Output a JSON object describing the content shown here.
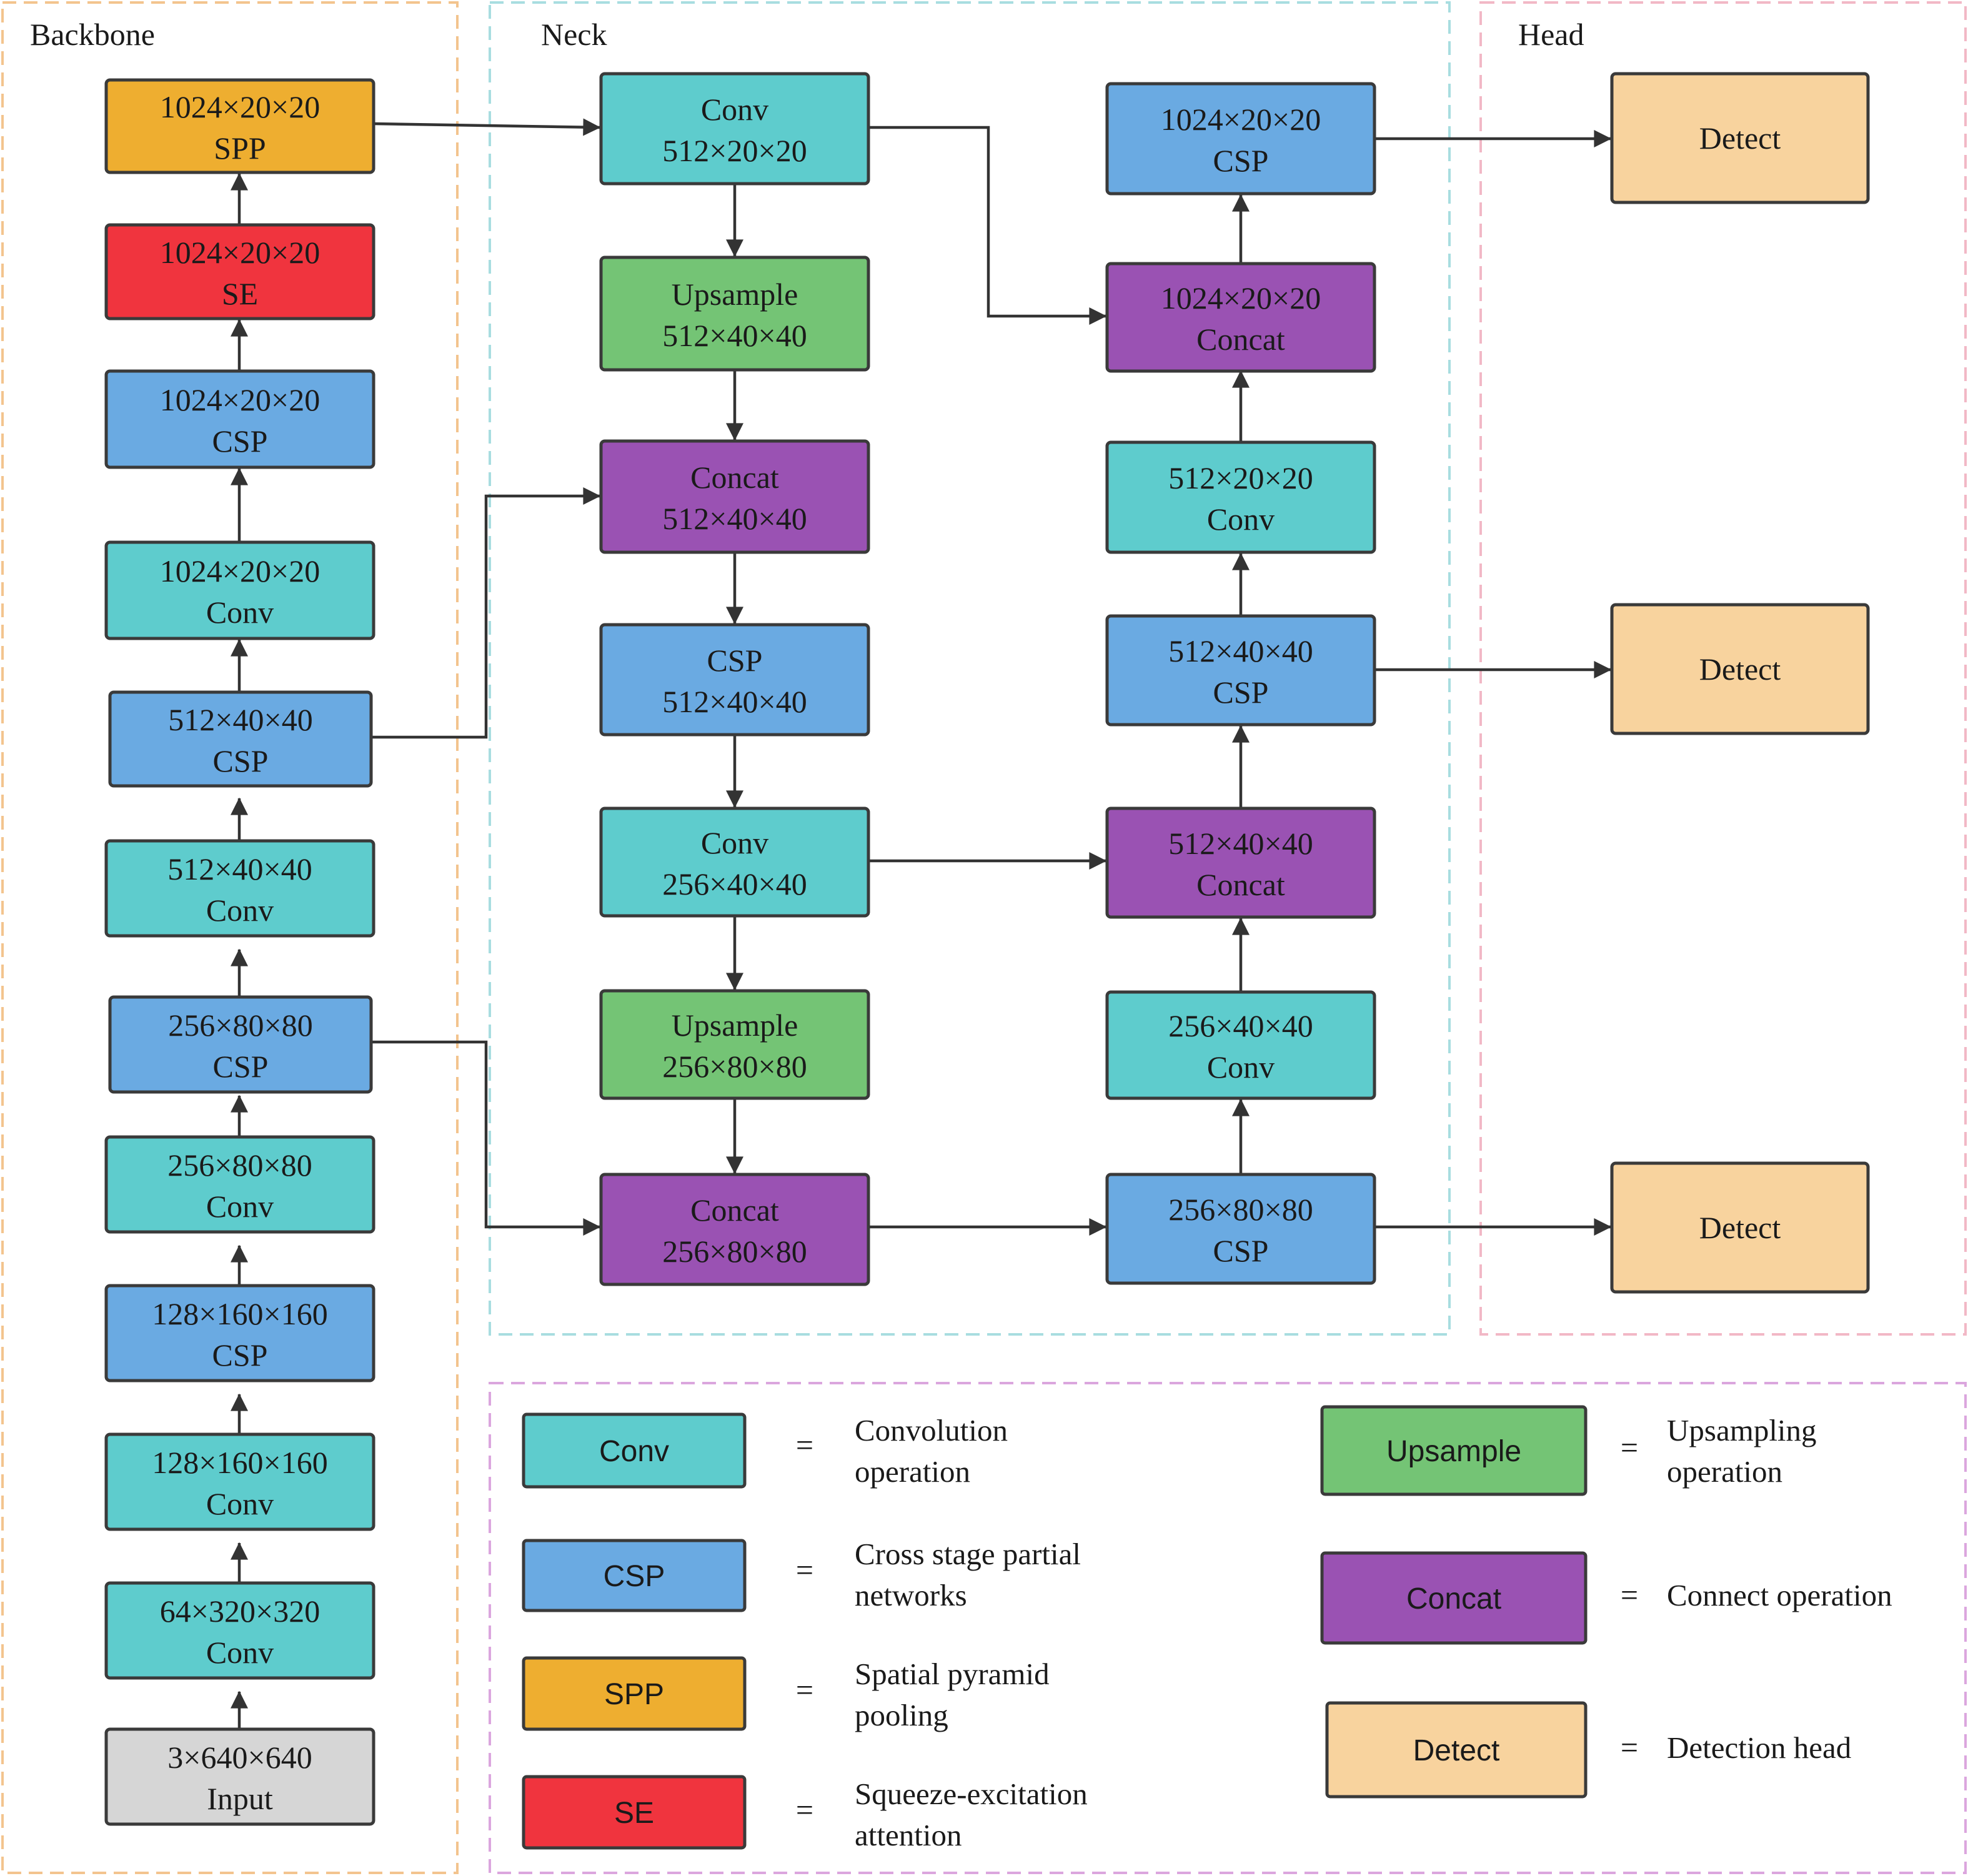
{
  "sections": {
    "backbone": "Backbone",
    "neck": "Neck",
    "head": "Head"
  },
  "colors": {
    "conv": "#5ecccd",
    "csp": "#6aaae2",
    "spp": "#eeae30",
    "se": "#f0343e",
    "upsample": "#74c475",
    "concat": "#9a52b3",
    "detect": "#f8d39e",
    "input": "#d6d6d6",
    "frame_backbone": "#f3c48e",
    "frame_neck": "#a8dde0",
    "frame_head": "#f2b8c6",
    "frame_legend": "#dba6de"
  },
  "blocks": [
    {
      "id": "bb-spp",
      "type": "spp",
      "line1": "1024×20×20",
      "line2": "SPP"
    },
    {
      "id": "bb-se",
      "type": "se",
      "line1": "1024×20×20",
      "line2": "SE"
    },
    {
      "id": "bb-csp-1024",
      "type": "csp",
      "line1": "1024×20×20",
      "line2": "CSP"
    },
    {
      "id": "bb-conv-1024",
      "type": "conv",
      "line1": "1024×20×20",
      "line2": "Conv"
    },
    {
      "id": "bb-csp-512",
      "type": "csp",
      "line1": "512×40×40",
      "line2": "CSP"
    },
    {
      "id": "bb-conv-512",
      "type": "conv",
      "line1": "512×40×40",
      "line2": "Conv"
    },
    {
      "id": "bb-csp-256",
      "type": "csp",
      "line1": "256×80×80",
      "line2": "CSP"
    },
    {
      "id": "bb-conv-256",
      "type": "conv",
      "line1": "256×80×80",
      "line2": "Conv"
    },
    {
      "id": "bb-csp-128",
      "type": "csp",
      "line1": "128×160×160",
      "line2": "CSP"
    },
    {
      "id": "bb-conv-128",
      "type": "conv",
      "line1": "128×160×160",
      "line2": "Conv"
    },
    {
      "id": "bb-conv-64",
      "type": "conv",
      "line1": "64×320×320",
      "line2": "Conv"
    },
    {
      "id": "bb-input",
      "type": "input",
      "line1": "3×640×640",
      "line2": "Input"
    },
    {
      "id": "nk-conv-512",
      "type": "conv",
      "line1": "Conv",
      "line2": "512×20×20"
    },
    {
      "id": "nk-up-512",
      "type": "upsample",
      "line1": "Upsample",
      "line2": "512×40×40"
    },
    {
      "id": "nk-concat-512",
      "type": "concat",
      "line1": "Concat",
      "line2": "512×40×40"
    },
    {
      "id": "nk-csp-512",
      "type": "csp",
      "line1": "CSP",
      "line2": "512×40×40"
    },
    {
      "id": "nk-conv-256",
      "type": "conv",
      "line1": "Conv",
      "line2": "256×40×40"
    },
    {
      "id": "nk-up-256",
      "type": "upsample",
      "line1": "Upsample",
      "line2": "256×80×80"
    },
    {
      "id": "nk-concat-256",
      "type": "concat",
      "line1": "Concat",
      "line2": "256×80×80"
    },
    {
      "id": "pn-csp-1024",
      "type": "csp",
      "line1": "1024×20×20",
      "line2": "CSP"
    },
    {
      "id": "pn-concat-1024",
      "type": "concat",
      "line1": "1024×20×20",
      "line2": "Concat"
    },
    {
      "id": "pn-conv-512",
      "type": "conv",
      "line1": "512×20×20",
      "line2": "Conv"
    },
    {
      "id": "pn-csp-512",
      "type": "csp",
      "line1": "512×40×40",
      "line2": "CSP"
    },
    {
      "id": "pn-concat-512",
      "type": "concat",
      "line1": "512×40×40",
      "line2": "Concat"
    },
    {
      "id": "pn-conv-256",
      "type": "conv",
      "line1": "256×40×40",
      "line2": "Conv"
    },
    {
      "id": "pn-csp-256",
      "type": "csp",
      "line1": "256×80×80",
      "line2": "CSP"
    },
    {
      "id": "hd-detect-1",
      "type": "detect",
      "line1": "Detect",
      "line2": ""
    },
    {
      "id": "hd-detect-2",
      "type": "detect",
      "line1": "Detect",
      "line2": ""
    },
    {
      "id": "hd-detect-3",
      "type": "detect",
      "line1": "Detect",
      "line2": ""
    }
  ],
  "connections": [
    {
      "from": "bb-input",
      "to": "bb-conv-64"
    },
    {
      "from": "bb-conv-64",
      "to": "bb-conv-128"
    },
    {
      "from": "bb-conv-128",
      "to": "bb-csp-128"
    },
    {
      "from": "bb-csp-128",
      "to": "bb-conv-256"
    },
    {
      "from": "bb-conv-256",
      "to": "bb-csp-256"
    },
    {
      "from": "bb-csp-256",
      "to": "bb-conv-512"
    },
    {
      "from": "bb-conv-512",
      "to": "bb-csp-512"
    },
    {
      "from": "bb-csp-512",
      "to": "bb-conv-1024"
    },
    {
      "from": "bb-conv-1024",
      "to": "bb-csp-1024"
    },
    {
      "from": "bb-csp-1024",
      "to": "bb-se"
    },
    {
      "from": "bb-se",
      "to": "bb-spp"
    },
    {
      "from": "bb-spp",
      "to": "nk-conv-512"
    },
    {
      "from": "nk-conv-512",
      "to": "nk-up-512"
    },
    {
      "from": "nk-up-512",
      "to": "nk-concat-512"
    },
    {
      "from": "bb-csp-512",
      "to": "nk-concat-512"
    },
    {
      "from": "nk-concat-512",
      "to": "nk-csp-512"
    },
    {
      "from": "nk-csp-512",
      "to": "nk-conv-256"
    },
    {
      "from": "nk-conv-256",
      "to": "nk-up-256"
    },
    {
      "from": "nk-up-256",
      "to": "nk-concat-256"
    },
    {
      "from": "bb-csp-256",
      "to": "nk-concat-256"
    },
    {
      "from": "nk-concat-256",
      "to": "pn-csp-256"
    },
    {
      "from": "pn-csp-256",
      "to": "pn-conv-256"
    },
    {
      "from": "pn-conv-256",
      "to": "pn-concat-512"
    },
    {
      "from": "nk-conv-256",
      "to": "pn-concat-512"
    },
    {
      "from": "pn-concat-512",
      "to": "pn-csp-512"
    },
    {
      "from": "pn-csp-512",
      "to": "pn-conv-512"
    },
    {
      "from": "pn-conv-512",
      "to": "pn-concat-1024"
    },
    {
      "from": "nk-conv-512",
      "to": "pn-concat-1024"
    },
    {
      "from": "pn-concat-1024",
      "to": "pn-csp-1024"
    },
    {
      "from": "pn-csp-1024",
      "to": "hd-detect-1"
    },
    {
      "from": "pn-csp-512",
      "to": "hd-detect-2"
    },
    {
      "from": "pn-csp-256",
      "to": "hd-detect-3"
    }
  ],
  "legend": {
    "equals": "=",
    "items": [
      {
        "id": "conv",
        "label": "Conv",
        "line1": "Convolution",
        "line2": "operation"
      },
      {
        "id": "csp",
        "label": "CSP",
        "line1": "Cross stage partial",
        "line2": "networks"
      },
      {
        "id": "spp",
        "label": "SPP",
        "line1": "Spatial pyramid",
        "line2": "pooling"
      },
      {
        "id": "se",
        "label": "SE",
        "line1": "Squeeze-excitation",
        "line2": "attention"
      },
      {
        "id": "upsample",
        "label": "Upsample",
        "line1": "Upsampling",
        "line2": "operation"
      },
      {
        "id": "concat",
        "label": "Concat",
        "line1": "Connect operation",
        "line2": ""
      },
      {
        "id": "detect",
        "label": "Detect",
        "line1": "Detection head",
        "line2": ""
      }
    ]
  }
}
